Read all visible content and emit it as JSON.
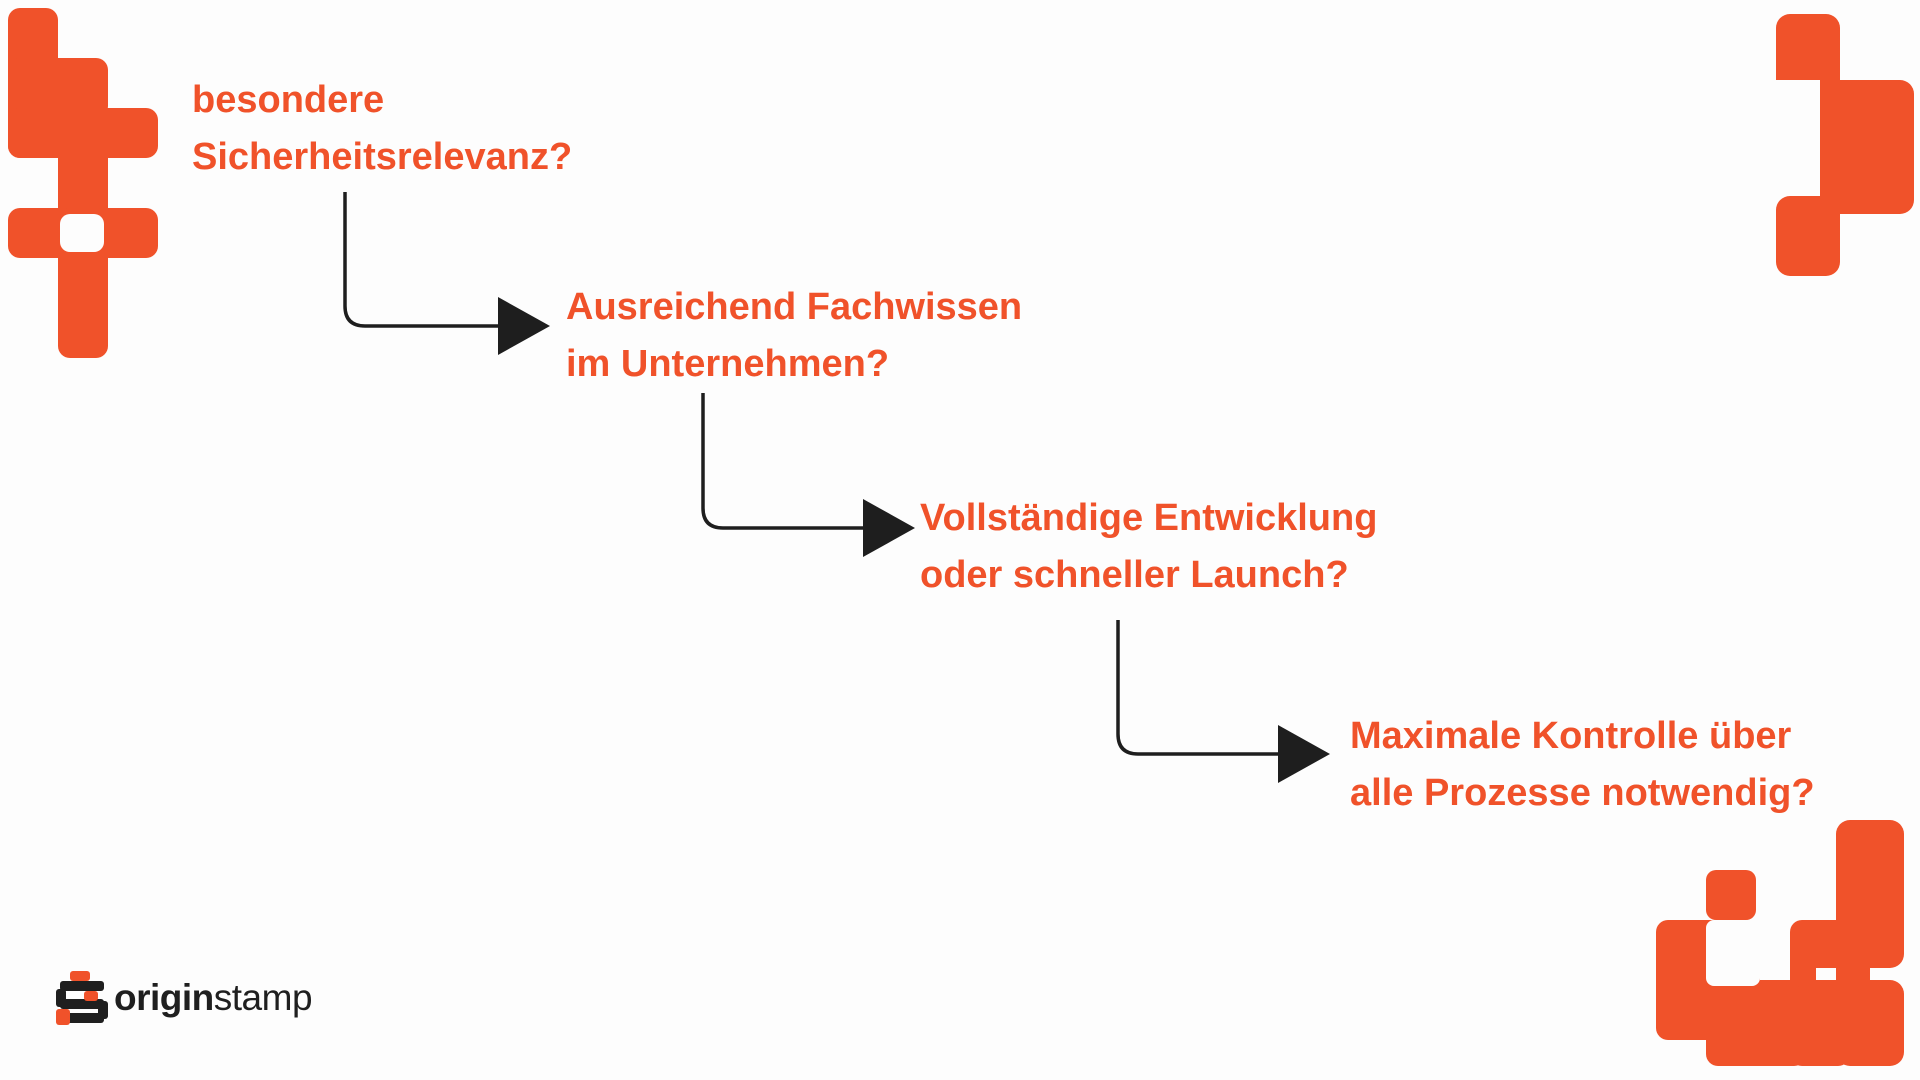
{
  "colors": {
    "accent": "#f0522a",
    "connector": "#1e1e1e",
    "background": "#fdfdfd",
    "logo_text": "#1f1f1f"
  },
  "steps": [
    {
      "line1": "besondere",
      "line2": "Sicherheitsrelevanz?"
    },
    {
      "line1": "Ausreichend Fachwissen",
      "line2": "im Unternehmen?"
    },
    {
      "line1": "Vollständige Entwicklung",
      "line2": "oder schneller Launch?"
    },
    {
      "line1": "Maximale Kontrolle über",
      "line2": "alle Prozesse notwendig?"
    }
  ],
  "logo": {
    "part1": "origin",
    "part2": "stamp",
    "icon": "originstamp-logo-icon"
  }
}
